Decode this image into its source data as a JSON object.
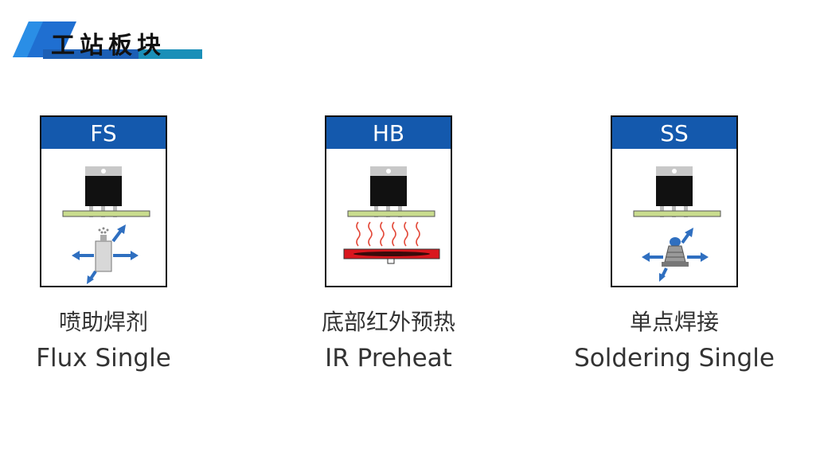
{
  "header": {
    "title": "工站板块"
  },
  "stations": [
    {
      "code": "FS",
      "name_cn": "喷助焊剂",
      "name_en": "Flux Single",
      "illustration": "flux-spray-nozzle-icon"
    },
    {
      "code": "HB",
      "name_cn": "底部红外预热",
      "name_en": "IR Preheat",
      "illustration": "infrared-heater-icon"
    },
    {
      "code": "SS",
      "name_cn": "单点焊接",
      "name_en": "Soldering Single",
      "illustration": "solder-nozzle-icon"
    }
  ],
  "colors": {
    "card_header": "#1459ad",
    "board": "#c9dc8e",
    "chip": "#111111",
    "heater": "#d9171e",
    "heat_waves": "#e34a3a",
    "arrows": "#2f6fc0"
  }
}
